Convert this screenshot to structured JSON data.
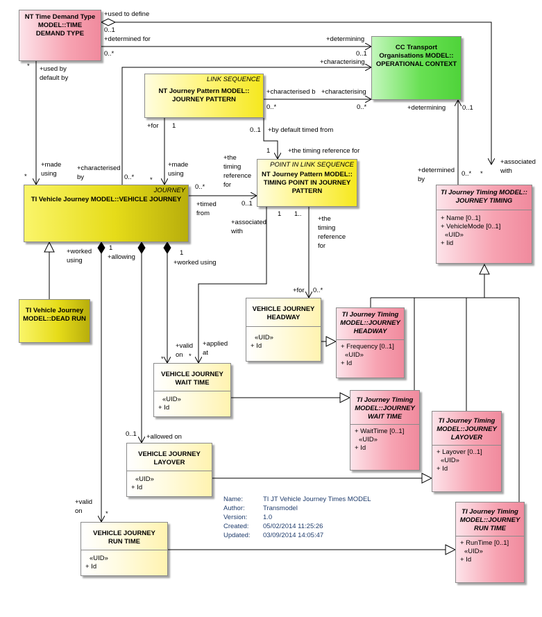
{
  "classes": {
    "time_demand": {
      "line1": "NT Time Demand Type",
      "line2": "MODEL::TIME",
      "line3": "DEMAND TYPE"
    },
    "operational_context": {
      "line1": "CC Transport",
      "line2": "Organisations MODEL::",
      "line3": "OPERATIONAL CONTEXT"
    },
    "journey_pattern": {
      "stereotype": "LINK SEQUENCE",
      "line1": "NT Journey Pattern MODEL::",
      "line2": "JOURNEY PATTERN"
    },
    "timing_point": {
      "stereotype": "POINT IN LINK SEQUENCE",
      "line1": "NT Journey Pattern MODEL::",
      "line2": "TIMING POINT IN JOURNEY",
      "line3": "PATTERN"
    },
    "vehicle_journey": {
      "stereotype": "JOURNEY",
      "line1": "TI Vehicle Journey MODEL::VEHICLE JOURNEY"
    },
    "dead_run": {
      "line1": "TI Vehicle Journey",
      "line2": "MODEL::DEAD RUN"
    },
    "journey_timing": {
      "line1": "TI Journey Timing MODEL::",
      "line2": "JOURNEY TIMING",
      "attrs": [
        "+   Name [0..1]",
        "+   VehicleMode [0..1]"
      ],
      "uid": "«UID»",
      "uid_attr": "+   Iid"
    },
    "vj_headway": {
      "line1": "VEHICLE JOURNEY",
      "line2": "HEADWAY",
      "uid": "«UID»",
      "uid_attr": "+   Id"
    },
    "jt_headway": {
      "line1": "TI Journey Timing",
      "line2": "MODEL::JOURNEY",
      "line3": "HEADWAY",
      "attrs": [
        "+   Frequency [0..1]"
      ],
      "uid": "«UID»",
      "uid_attr": "+   Id"
    },
    "vj_wait": {
      "line1": "VEHICLE JOURNEY",
      "line2": "WAIT TIME",
      "uid": "«UID»",
      "uid_attr": "+   Id"
    },
    "jt_wait": {
      "line1": "TI Journey Timing",
      "line2": "MODEL::JOURNEY",
      "line3": "WAIT TIME",
      "attrs": [
        "+   WaitTime [0..1]"
      ],
      "uid": "«UID»",
      "uid_attr": "+   Id"
    },
    "vj_layover": {
      "line1": "VEHICLE JOURNEY",
      "line2": "LAYOVER",
      "uid": "«UID»",
      "uid_attr": "+   Id"
    },
    "jt_layover": {
      "line1": "TI Journey Timing",
      "line2": "MODEL::JOURNEY",
      "line3": "LAYOVER",
      "attrs": [
        "+   Layover [0..1]"
      ],
      "uid": "«UID»",
      "uid_attr": "+   Id"
    },
    "vj_run": {
      "line1": "VEHICLE JOURNEY",
      "line2": "RUN TIME",
      "uid": "«UID»",
      "uid_attr": "+   Id"
    },
    "jt_run": {
      "line1": "TI Journey Timing",
      "line2": "MODEL::JOURNEY",
      "line3": "RUN TIME",
      "attrs": [
        "+   RunTime [0..1]"
      ],
      "uid": "«UID»",
      "uid_attr": "+   Id"
    }
  },
  "labels": {
    "l1": "+used to define",
    "l2": "0..1",
    "l3": "+determined for",
    "l4": "+determining",
    "l5": "0..*",
    "l6": "0..1",
    "l7": "+characterising",
    "l8": "+characterised b",
    "l9": "+characterising",
    "l10": "0..*",
    "l11": "0..*",
    "l12": "+used by",
    "l13": "default by",
    "l14": "*",
    "l15": "+for",
    "l16": "1",
    "l17": "0..1",
    "l18": "+by default timed from",
    "l19": "1",
    "l20": "+the timing reference for",
    "l21": "+made",
    "l22": "using",
    "l23": "*",
    "l24": "+characterised",
    "l25": "by",
    "l26": "0..*",
    "l27": "*",
    "l28": "+made",
    "l29": "using",
    "l30": "+the",
    "l31": "timing",
    "l32": "reference",
    "l33": "for",
    "l34": "0..*",
    "l35": "0..1",
    "l36": "+timed",
    "l37": "from",
    "l38": "+determining",
    "l39": "0..1",
    "l40": "+determined",
    "l41": "by",
    "l42": "0..*",
    "l43": "*",
    "l44": "+associated",
    "l45": "with",
    "l46": "+associated",
    "l47": "with",
    "l48": "1",
    "l49": "1..",
    "l50": "+the",
    "l51": "timing",
    "l52": "reference",
    "l53": "for",
    "l54": "+worked",
    "l55": "using",
    "l56": "1",
    "l57": "+allowing",
    "l58": "1",
    "l59": "+worked using",
    "l60": "+for",
    "l61": "0..*",
    "l62": "+valid",
    "l63": "on",
    "l64": "*",
    "l65": "+applied",
    "l66": "at",
    "l67": "*",
    "l68": "0..1",
    "l69": "+allowed on",
    "l70": "+valid",
    "l71": "on",
    "l72": "*"
  },
  "metadata": {
    "name_label": "Name:",
    "name": "TI JT Vehicle Journey Times  MODEL",
    "author_label": "Author:",
    "author": "Transmodel",
    "version_label": "Version:",
    "version": "1.0",
    "created_label": "Created:",
    "created": "05/02/2014 11:25:26",
    "updated_label": "Updated:",
    "updated": "03/09/2014 14:05:47"
  }
}
